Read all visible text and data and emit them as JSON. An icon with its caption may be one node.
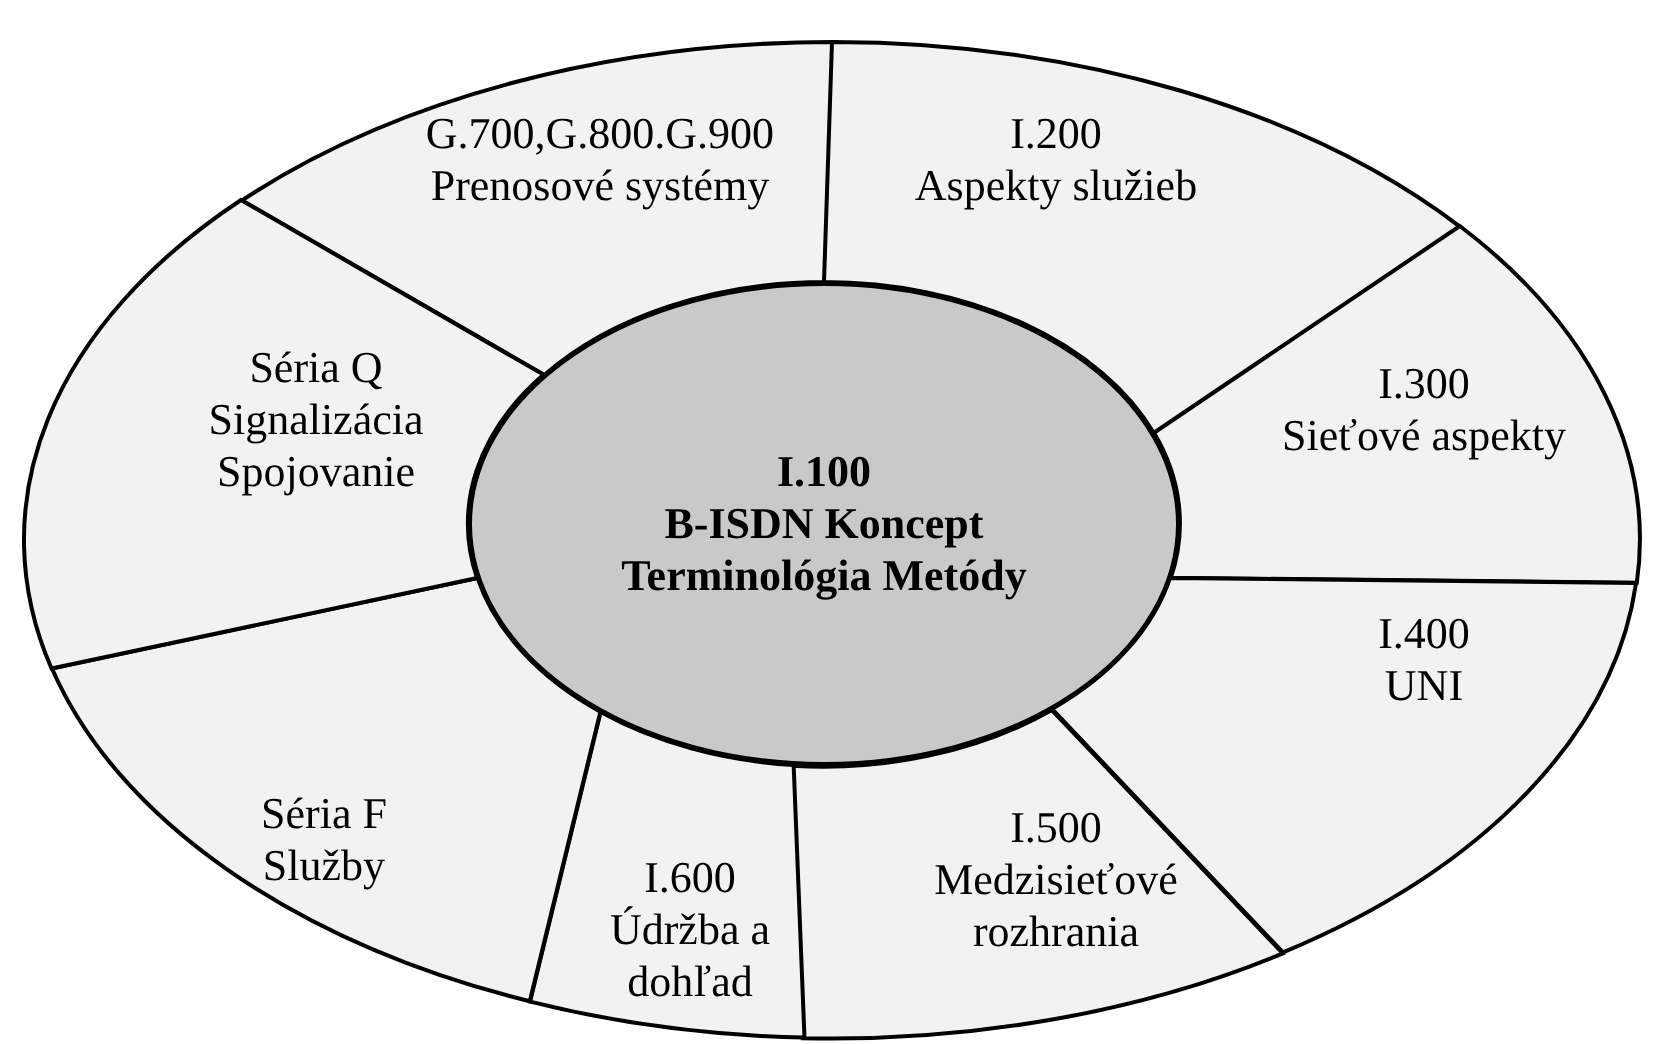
{
  "diagram": {
    "nodes": [
      {
        "text": [
          "I.100",
          "B-ISDN Koncept Terminológia Metódy"
        ]
      },
      {
        "text": [
          "G.700,G.800.G.900",
          "Prenosové systémy"
        ]
      },
      {
        "text": [
          "I.200",
          "Aspekty služieb"
        ]
      },
      {
        "text": [
          "I.300",
          "Sieťové aspekty"
        ]
      },
      {
        "text": [
          "I.400",
          "UNI"
        ]
      },
      {
        "text": [
          "I.500",
          "Medzisieťové rozhrania"
        ]
      },
      {
        "text": [
          "I.600",
          "Údržba a dohľad"
        ]
      },
      {
        "text": [
          "Séria F",
          "Služby"
        ]
      },
      {
        "text": [
          "Séria Q",
          "Signalizácia Spojovanie"
        ]
      }
    ],
    "edges": []
  }
}
